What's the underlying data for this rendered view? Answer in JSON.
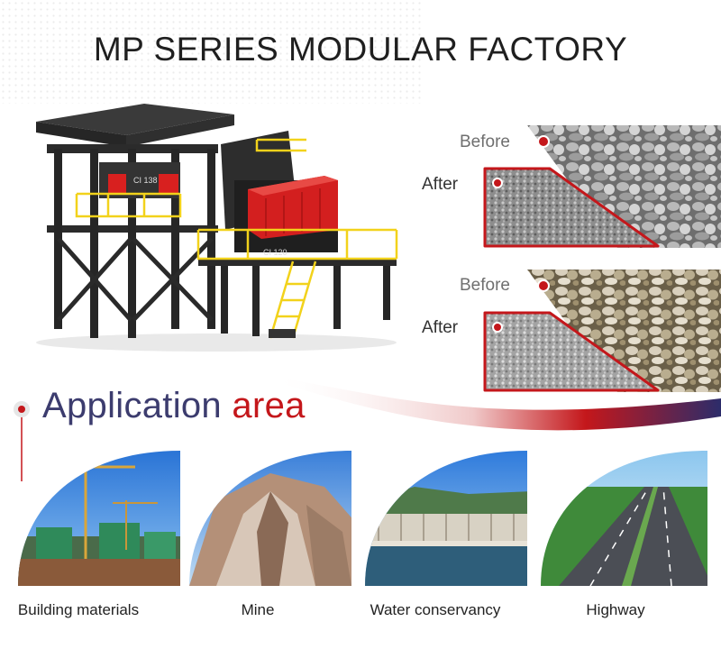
{
  "header": {
    "title": "MP SERIES MODULAR FACTORY"
  },
  "machine": {
    "label_left": "CI 138",
    "label_right": "CI 120"
  },
  "comparisons": [
    {
      "before": "Before",
      "after": "After"
    },
    {
      "before": "Before",
      "after": "After"
    }
  ],
  "application": {
    "title_part1": "Application",
    "title_part2": "area"
  },
  "applications": [
    {
      "label": "Building materials"
    },
    {
      "label": "Mine"
    },
    {
      "label": "Water conservancy"
    },
    {
      "label": "Highway"
    }
  ],
  "colors": {
    "brand_red": "#c4171b",
    "navy": "#3c3c6e",
    "steel": "#2a2a2a",
    "rail_yellow": "#f2d21b"
  }
}
